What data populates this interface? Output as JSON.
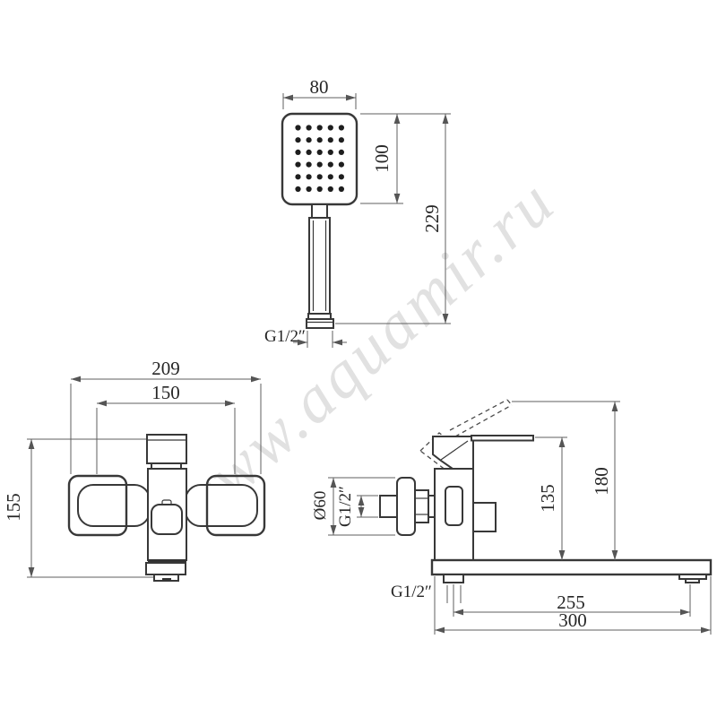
{
  "watermark": {
    "text": "www.aquamir.ru"
  },
  "hand_shower": {
    "width": "80",
    "height": "100",
    "total_height": "229",
    "thread": "G1/2″",
    "spray": {
      "rows": 6,
      "cols": 5
    }
  },
  "front_view": {
    "overall_width": "209",
    "inlet_centers": "150",
    "height": "155"
  },
  "side_view": {
    "flange_diameter": "Ø60",
    "inlet_thread": "G1/2″",
    "height_to_spout": "135",
    "height_lever_raised": "180",
    "outlet_thread": "G1/2″",
    "length_to_aerator": "255",
    "total_reach": "300"
  },
  "colors": {
    "line": "#383838",
    "dimension": "#5f5f5f",
    "watermark": "#cfcfcf"
  }
}
